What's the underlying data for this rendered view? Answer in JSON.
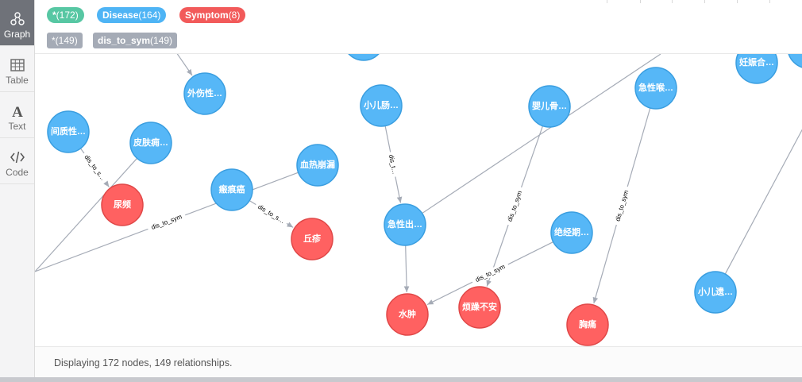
{
  "sidebar": {
    "items": [
      {
        "label": "Graph",
        "icon": "graph-icon",
        "active": true
      },
      {
        "label": "Table",
        "icon": "table-icon",
        "active": false
      },
      {
        "label": "Text",
        "icon": "text-icon",
        "active": false
      },
      {
        "label": "Code",
        "icon": "code-icon",
        "active": false
      }
    ]
  },
  "legend": {
    "labels": [
      {
        "name": "*",
        "count": "(172)",
        "color": "#57c7a3"
      },
      {
        "name": "Disease",
        "count": "(164)",
        "color": "#4eb4f5"
      },
      {
        "name": "Symptom",
        "count": "(8)",
        "color": "#f25a5a"
      }
    ],
    "relationships": [
      {
        "name": "*",
        "count": "(149)"
      },
      {
        "name": "dis_to_sym",
        "count": "(149)"
      }
    ]
  },
  "colors": {
    "disease": "#56b7f7",
    "symptom": "#ff6161",
    "edge": "#a5abb6"
  },
  "graph": {
    "nodes": [
      {
        "id": "n_top",
        "label": "",
        "type": "disease"
      },
      {
        "id": "n1",
        "label": "外伤性…",
        "type": "disease"
      },
      {
        "id": "n2",
        "label": "间质性…",
        "type": "disease"
      },
      {
        "id": "n3",
        "label": "皮肤痈…",
        "type": "disease"
      },
      {
        "id": "n4",
        "label": "小儿肠…",
        "type": "disease"
      },
      {
        "id": "n5",
        "label": "婴儿骨…",
        "type": "disease"
      },
      {
        "id": "n6",
        "label": "急性喉…",
        "type": "disease"
      },
      {
        "id": "n7",
        "label": "妊娠合…",
        "type": "disease"
      },
      {
        "id": "n_tr",
        "label": "",
        "type": "disease"
      },
      {
        "id": "n8",
        "label": "血热崩漏",
        "type": "disease"
      },
      {
        "id": "n9",
        "label": "瘢痕癌",
        "type": "disease"
      },
      {
        "id": "n10",
        "label": "急性出…",
        "type": "disease"
      },
      {
        "id": "n11",
        "label": "绝经期…",
        "type": "disease"
      },
      {
        "id": "n12",
        "label": "小儿遗…",
        "type": "disease"
      },
      {
        "id": "s1",
        "label": "尿频",
        "type": "symptom"
      },
      {
        "id": "s2",
        "label": "丘疹",
        "type": "symptom"
      },
      {
        "id": "s3",
        "label": "水肿",
        "type": "symptom"
      },
      {
        "id": "s4",
        "label": "烦躁不安",
        "type": "symptom"
      },
      {
        "id": "s5",
        "label": "胸痛",
        "type": "symptom"
      }
    ],
    "edges": [
      {
        "from": "n2",
        "to": "s1",
        "label": "dis_to_s…"
      },
      {
        "from": "n9",
        "to": "s2",
        "label": "dis_to_s…"
      },
      {
        "from": "n8",
        "to": "off_left",
        "label": "dis_to_sym"
      },
      {
        "from": "n4",
        "to": "n10",
        "label": "dis_t…"
      },
      {
        "from": "n10",
        "to": "s3",
        "label": ""
      },
      {
        "from": "n5",
        "to": "s4",
        "label": "dis_to_sym"
      },
      {
        "from": "n11",
        "to": "s3",
        "label": "dis_to_sym"
      },
      {
        "from": "n6",
        "to": "s5",
        "label": "dis_to_sym"
      },
      {
        "from": "n3",
        "to": "off_left",
        "label": ""
      },
      {
        "from": "n10",
        "to": "off_topright",
        "label": ""
      },
      {
        "from": "n12",
        "to": "off_right",
        "label": ""
      },
      {
        "from": "off_topleft",
        "to": "n1",
        "label": ""
      }
    ]
  },
  "footer": {
    "status": "Displaying 172 nodes, 149 relationships."
  }
}
